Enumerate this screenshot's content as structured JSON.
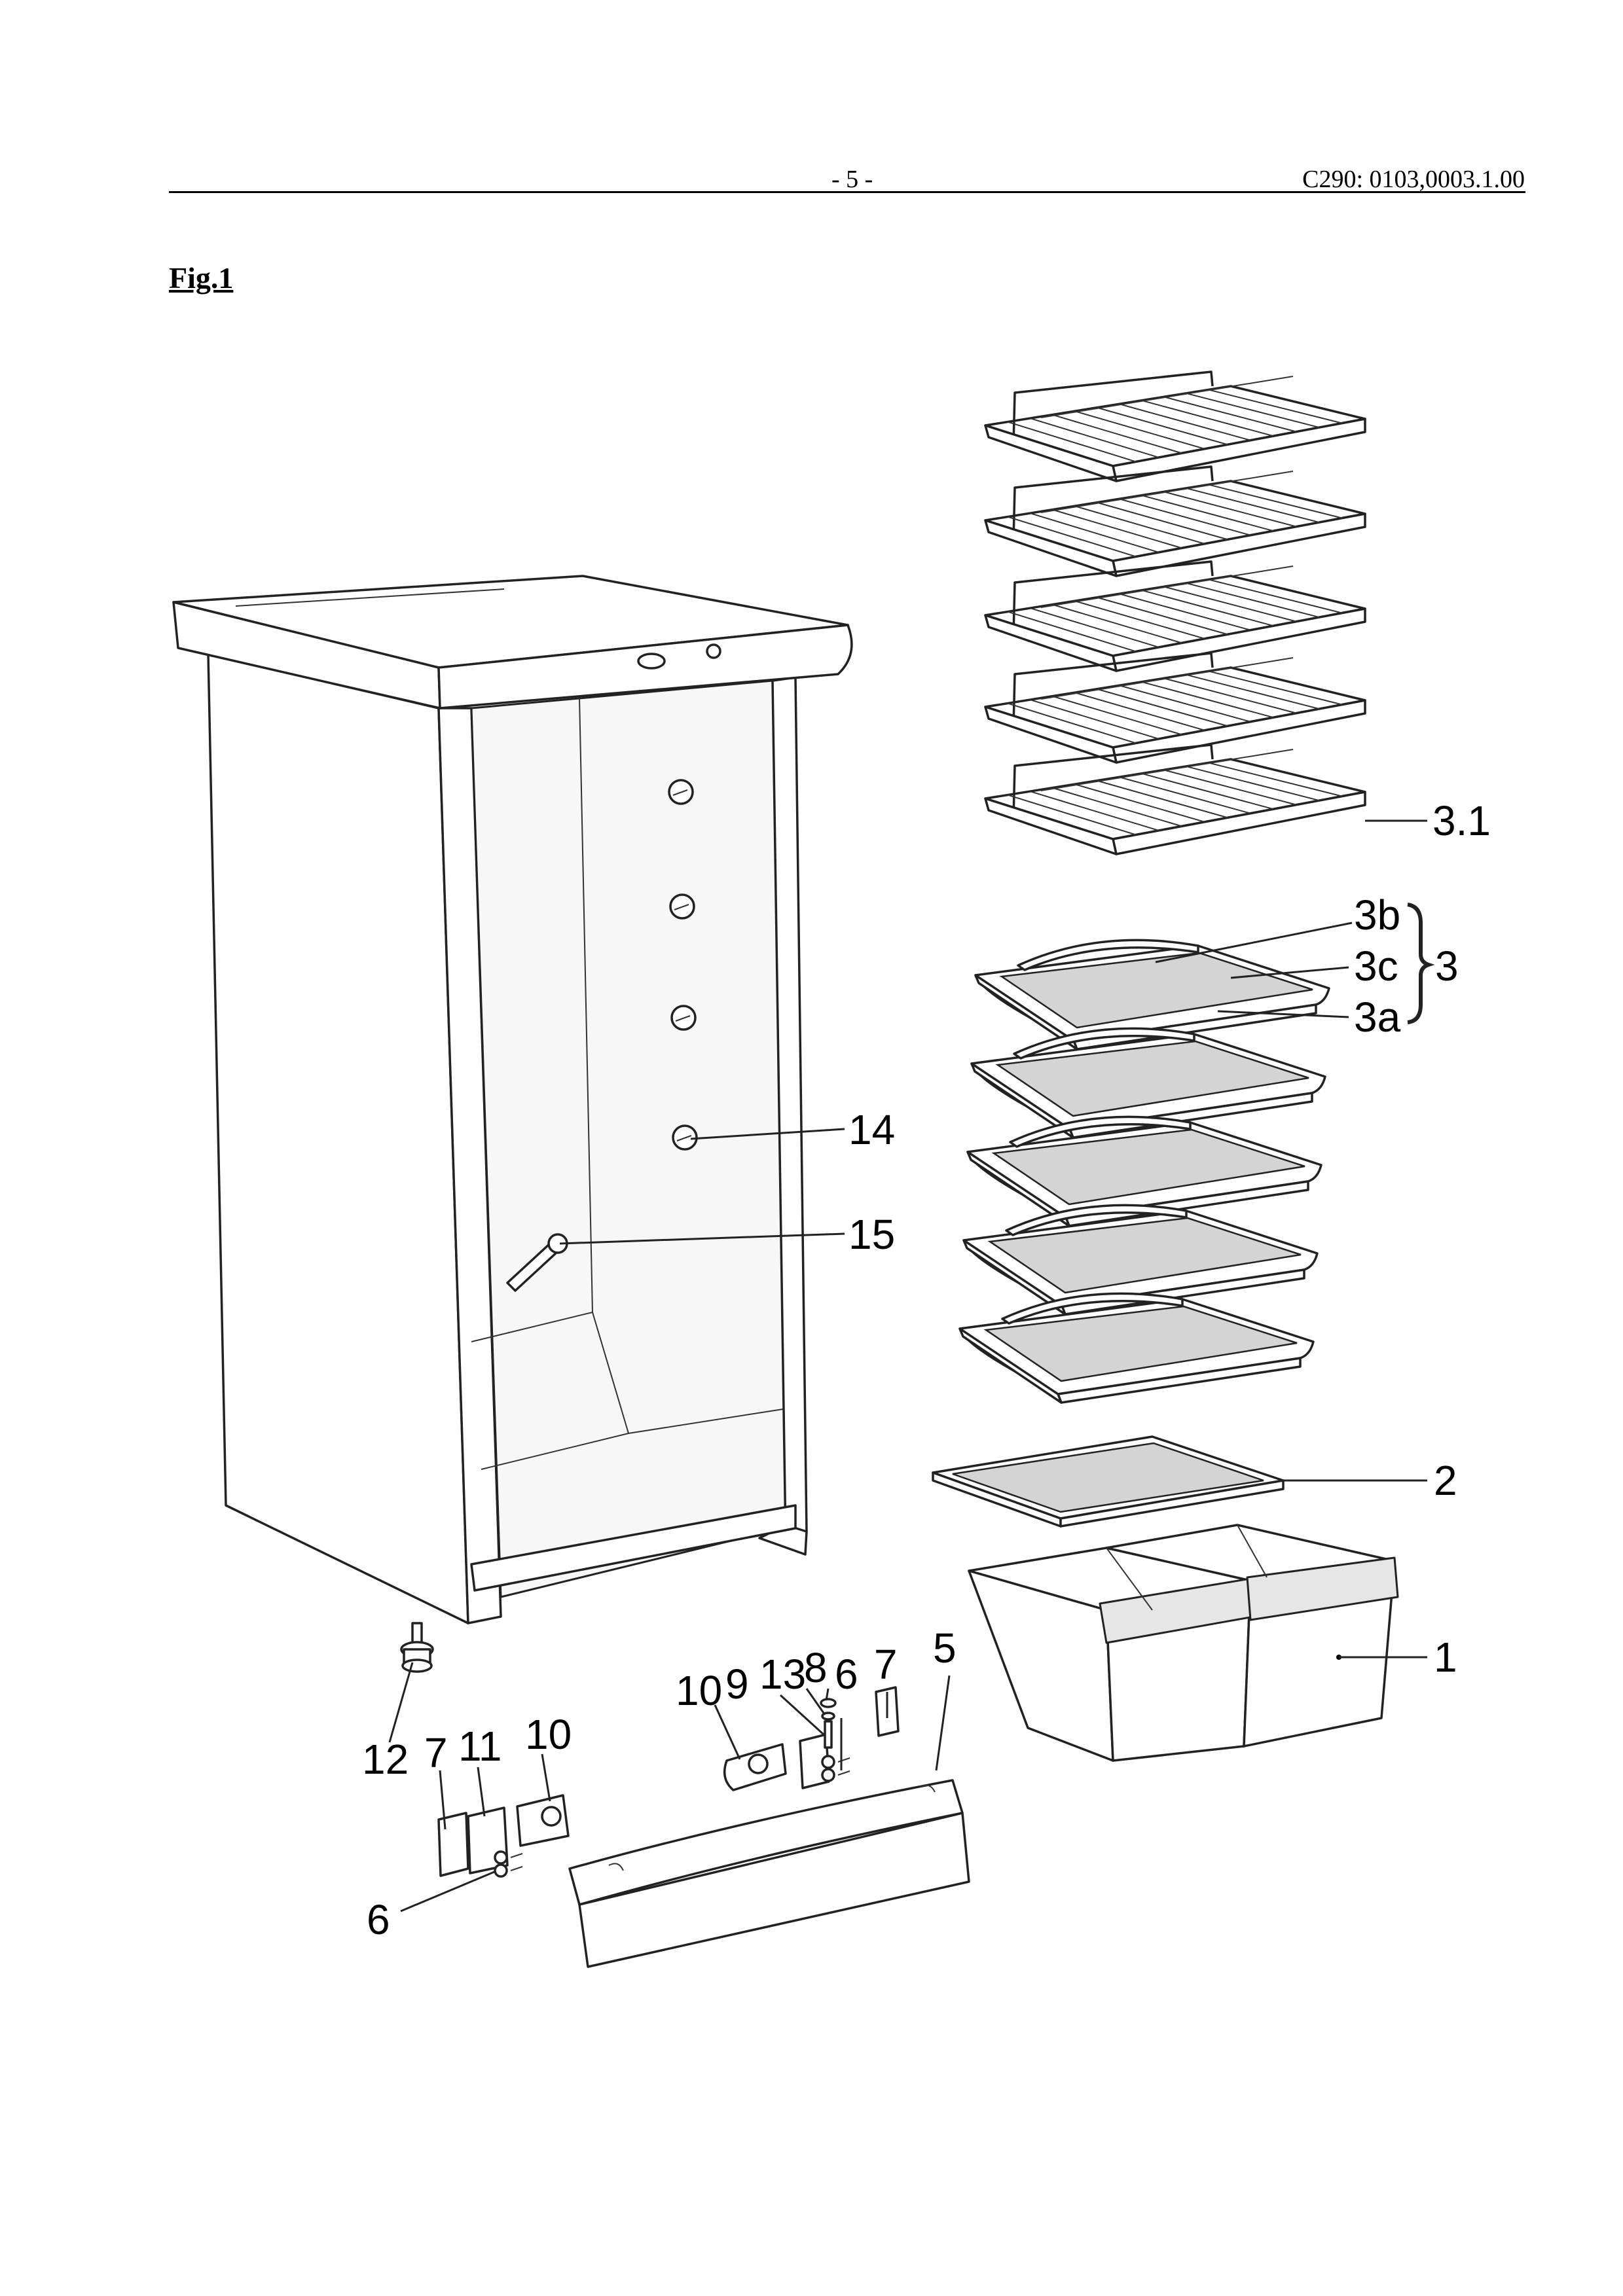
{
  "header": {
    "page_number": "- 5 -",
    "document_code": "C290: 0103,0003.1.00"
  },
  "figure": {
    "label": "Fig.1"
  },
  "callouts": {
    "c_3_1": "3.1",
    "c_3b": "3b",
    "c_3c": "3c",
    "c_3a": "3a",
    "c_3": "3",
    "c_14": "14",
    "c_15": "15",
    "c_2": "2",
    "c_1": "1",
    "c_5": "5",
    "c_7_right": "7",
    "c_6_right": "6",
    "c_8": "8",
    "c_13": "13",
    "c_9": "9",
    "c_10_mid": "10",
    "c_10_left": "10",
    "c_11": "11",
    "c_7_left": "7",
    "c_12": "12",
    "c_6_left": "6"
  },
  "colors": {
    "ink": "#000000",
    "glass": "#d4d4d4",
    "shade": "#e6e6e6",
    "paper": "#ffffff"
  }
}
